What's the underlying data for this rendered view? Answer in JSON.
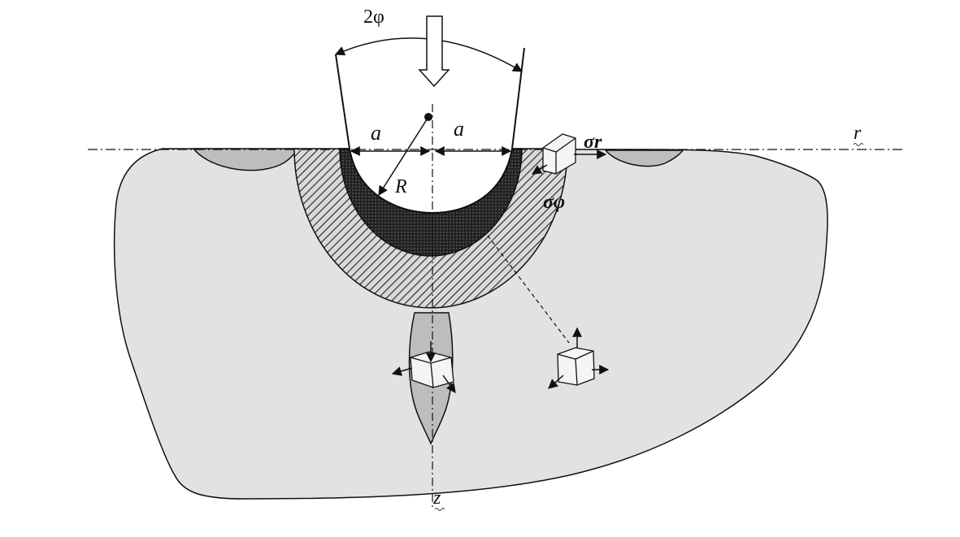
{
  "diagram": {
    "labels": {
      "angle": "2φ",
      "half_width_left": "a",
      "half_width_right": "a",
      "radius": "R",
      "axis_r": "r",
      "axis_z": "z",
      "sigma_r": "σr",
      "sigma_phi": "σφ"
    },
    "colors": {
      "background": "#ffffff",
      "specimen_fill": "#e2e2e2",
      "crack_fill": "#bdbdbd",
      "plastic_zone_dark": "#2a2a2a",
      "hatch_zone": "#c9c9c9",
      "stroke": "#111111"
    }
  }
}
